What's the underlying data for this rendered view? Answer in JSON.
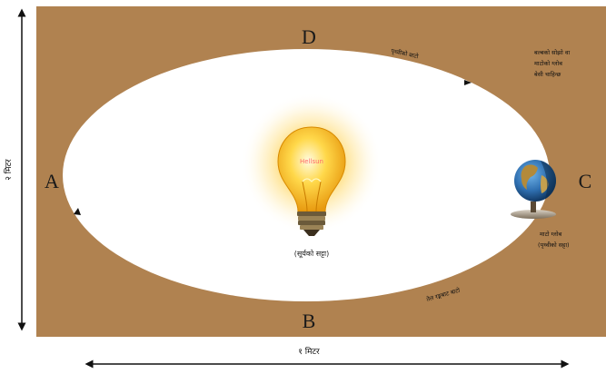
{
  "diagram": {
    "point_d": "D",
    "point_b": "B",
    "point_a": "A",
    "point_c": "C",
    "orbit_top_label": "पृथ्वीको बाटो",
    "orbit_bottom_label": "तेल रङ्गबाट बाटो",
    "earth_note_line1": "बल्बको सोझो वा",
    "earth_note_line2": "माटोको ग्लोब",
    "earth_note_line3": "बेसी चाहिन्छ",
    "earth_caption_line1": "माटो ग्लोब",
    "earth_caption_line2": "(पृथ्वीको सट्टा)",
    "bulb_caption": "(सूर्यको सट्टा)",
    "bulb_text": "Hellsun",
    "height_label": "२ मिटर",
    "width_label": "१ मिटर"
  },
  "colors": {
    "board": "#b08250",
    "orbit": "#ffffff",
    "bulb_glow": "#f6b21a",
    "earth_ocean": "#2f6fb0",
    "earth_land": "#b38a3a"
  }
}
